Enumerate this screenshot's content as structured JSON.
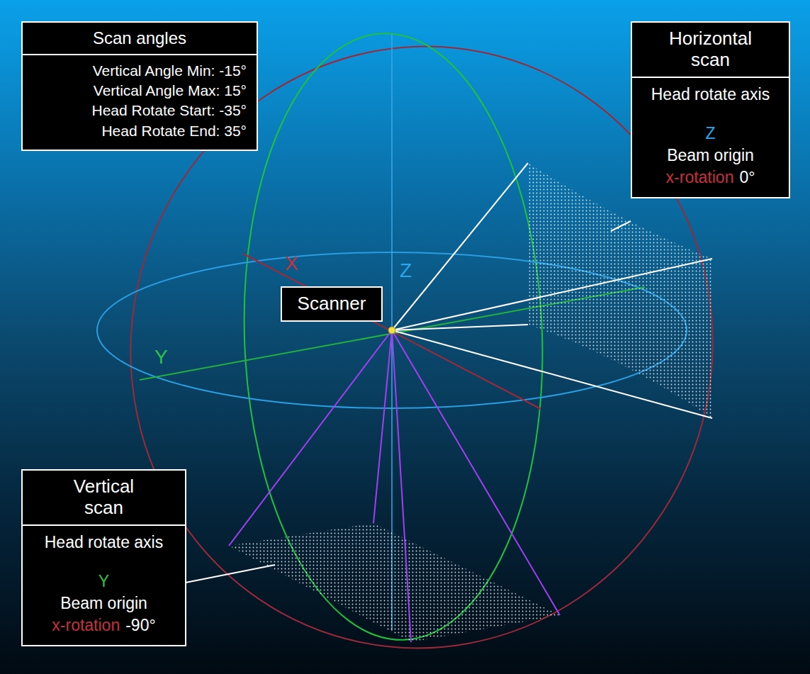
{
  "diagram": {
    "nodes": [
      {
        "text": [
          "Scan angles",
          "Vertical Angle Min: -15°",
          "Vertical Angle Max: 15°",
          "Head Rotate Start: -35°",
          "Head Rotate End: 35°"
        ]
      },
      {
        "text": [
          "Horizontal scan",
          "Head rotate axis",
          "Z",
          "Beam origin",
          "x-rotation",
          "0°"
        ]
      },
      {
        "text": [
          "Vertical scan",
          "Head rotate axis",
          "Y",
          "Beam origin",
          "x-rotation",
          "-90°"
        ]
      },
      {
        "text": [
          "Scanner"
        ]
      }
    ],
    "labels": [
      "X",
      "Z",
      "Y"
    ]
  }
}
